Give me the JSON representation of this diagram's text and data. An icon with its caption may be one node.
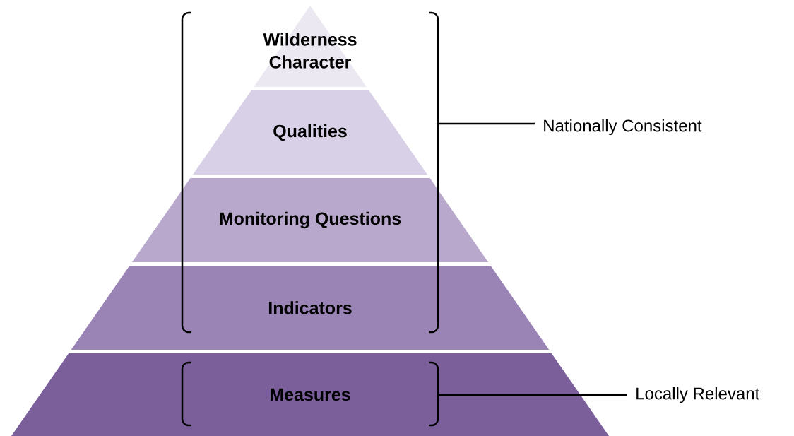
{
  "diagram": {
    "nodes": [
      {
        "text": [
          "Wilderness Character"
        ]
      },
      {
        "text": [
          "Qualities"
        ]
      },
      {
        "text": [
          "Monitoring Questions"
        ]
      },
      {
        "text": [
          "Indicators"
        ]
      },
      {
        "text": [
          "Measures"
        ]
      }
    ],
    "labels": [
      "Nationally Consistent",
      "Locally Relevant"
    ]
  }
}
